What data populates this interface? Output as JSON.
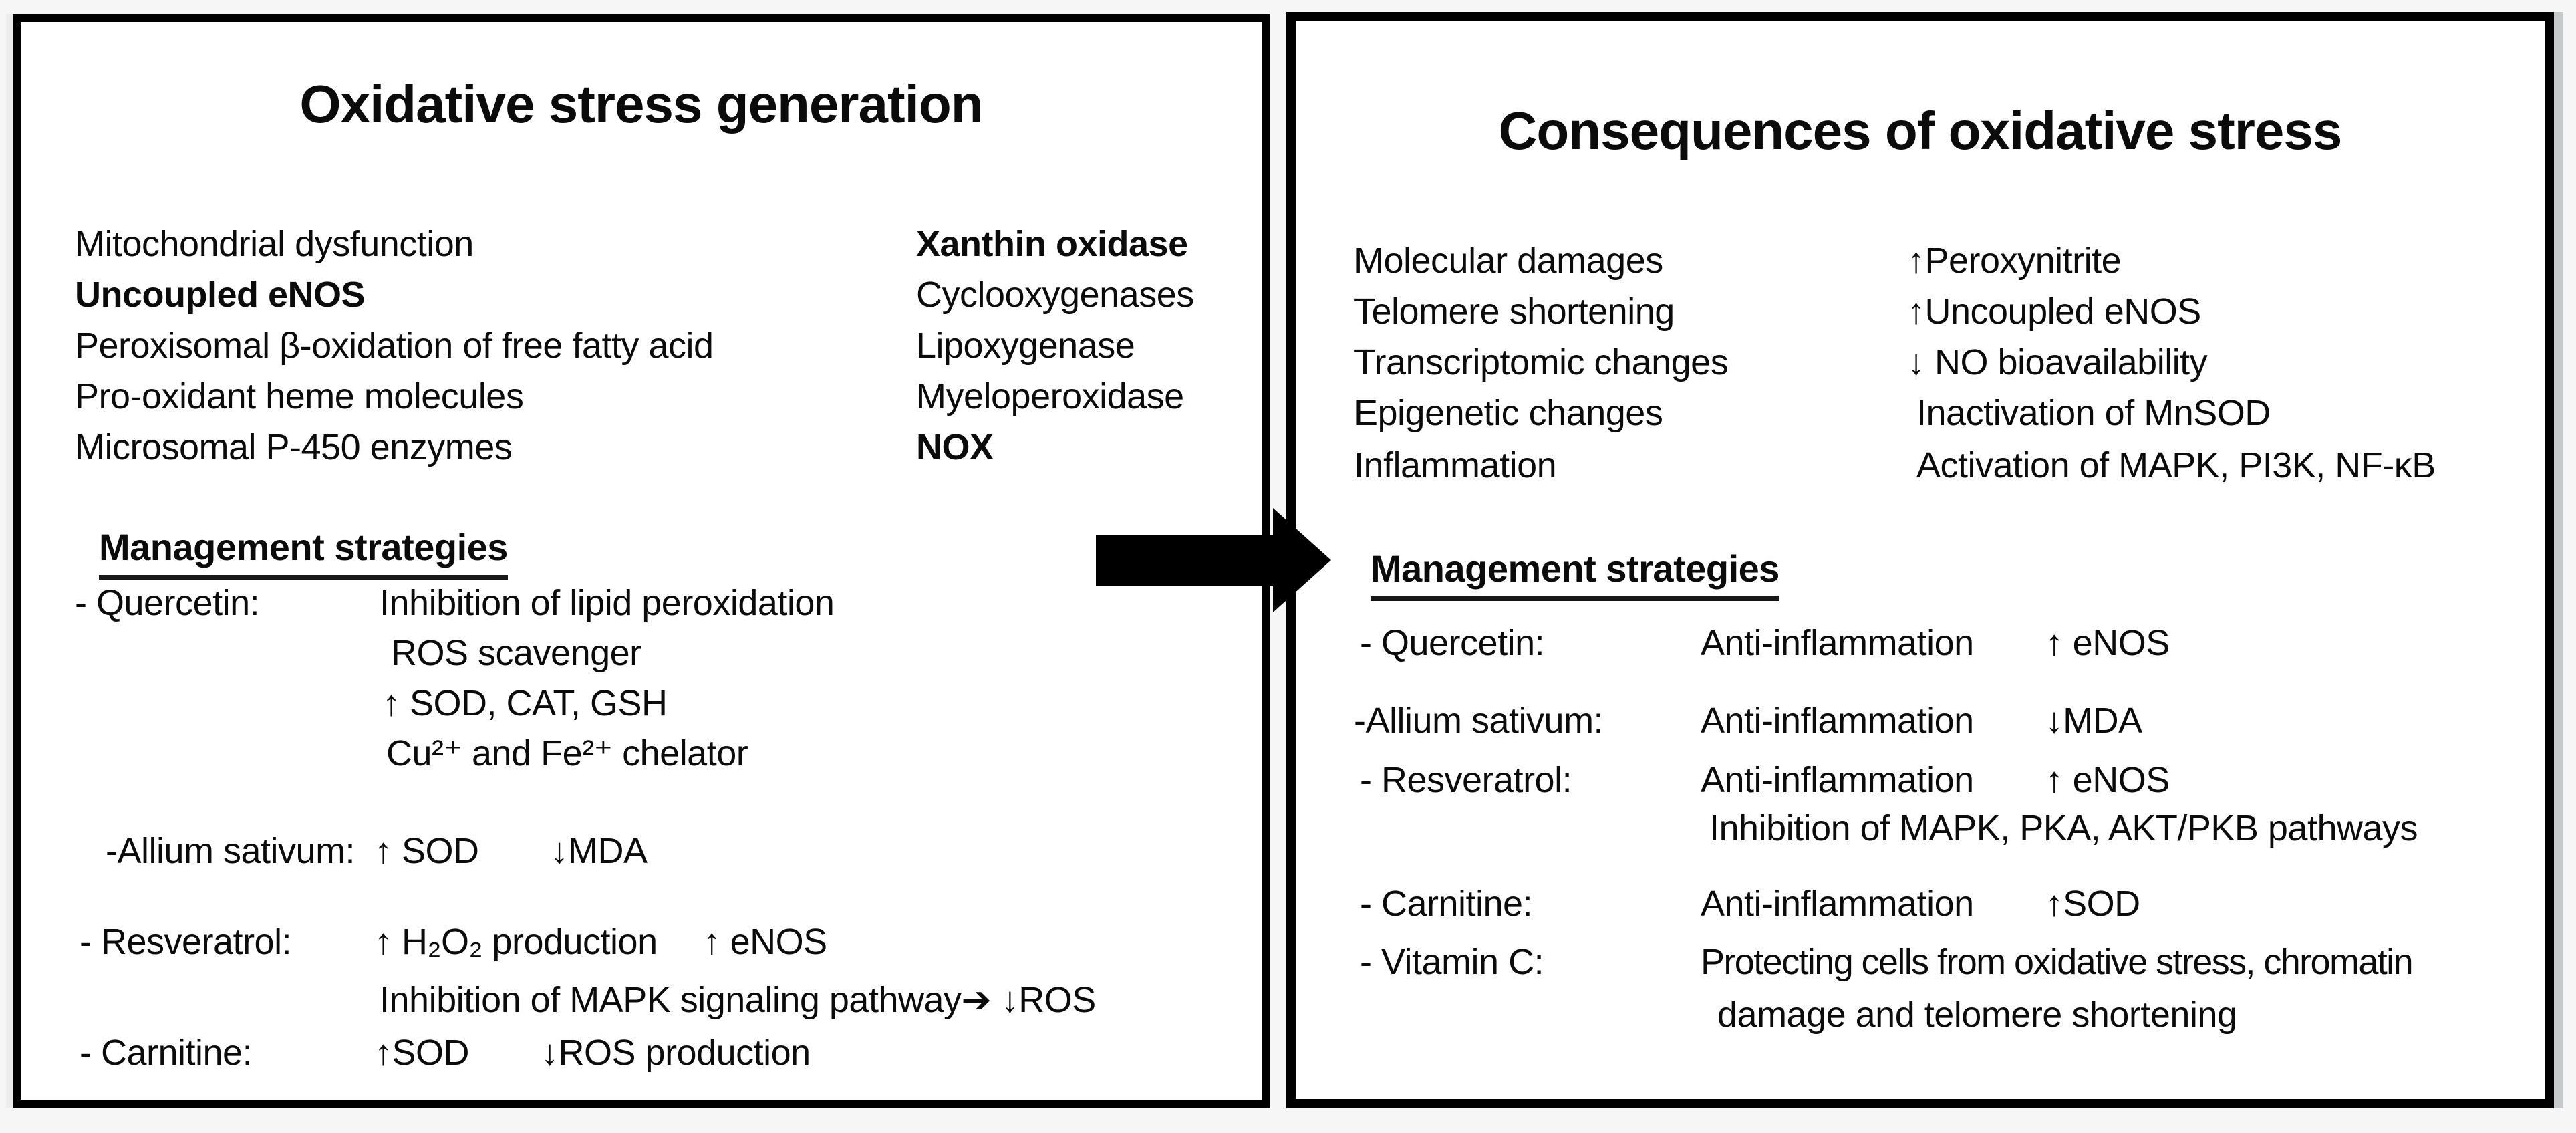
{
  "colors": {
    "page_background": "#f6f6f6",
    "panel_background": "#ffffff",
    "border": "#000000",
    "text": "#0b0b0b",
    "shadow": "#c7caca"
  },
  "icons": {
    "flow_arrow": "➡ black right-pointing block arrow between panels"
  },
  "left_panel": {
    "title": "Oxidative stress generation",
    "sources_col1": [
      "Mitochondrial dysfunction",
      "Uncoupled eNOS",
      "Peroxisomal β-oxidation of free fatty acid",
      "Pro-oxidant heme molecules",
      "Microsomal P-450 enzymes"
    ],
    "sources_col2": [
      "Xanthin oxidase",
      "Cyclooxygenases",
      "Lipoxygenase",
      "Myeloperoxidase",
      "NOX"
    ],
    "management": {
      "heading": "Management strategies",
      "quercetin_label": "- Quercetin:",
      "quercetin_line1": "Inhibition of lipid peroxidation",
      "quercetin_line2": "ROS scavenger",
      "quercetin_line3": "↑ SOD, CAT, GSH",
      "quercetin_line4": "Cu²⁺ and Fe²⁺ chelator",
      "allium_label": "-Allium sativum:",
      "allium_value": "↑ SOD  ↓MDA",
      "resveratrol_label": "- Resveratrol:",
      "resveratrol_value": "↑ H₂O₂ production  ↑ eNOS",
      "resveratrol_value2": "Inhibition of MAPK signaling pathway➔ ↓ROS",
      "carnitine_label": "- Carnitine:",
      "carnitine_value": "↑SOD  ↓ROS production"
    }
  },
  "right_panel": {
    "title": "Consequences of oxidative stress",
    "consequences_col1": [
      "Molecular damages",
      "Telomere shortening",
      "Transcriptomic changes",
      "Epigenetic changes",
      "Inflammation"
    ],
    "consequences_col2": [
      "↑Peroxynitrite",
      "↑Uncoupled eNOS",
      "↓ NO bioavailability",
      "Inactivation of MnSOD",
      "Activation of MAPK, PI3K, NF-κB"
    ],
    "management": {
      "heading": "Management strategies",
      "quercetin_label": "- Quercetin:",
      "quercetin_value": "Anti-inflammation  ↑ eNOS",
      "allium_label": "-Allium sativum:",
      "allium_value": "Anti-inflammation  ↓MDA",
      "resveratrol_label": "- Resveratrol:",
      "resveratrol_value": "Anti-inflammation  ↑ eNOS",
      "resveratrol_value2": "Inhibition of MAPK, PKA, AKT/PKB pathways",
      "carnitine_label": "- Carnitine:",
      "carnitine_value": "Anti-inflammation  ↑SOD",
      "vitaminc_label": "- Vitamin C:",
      "vitaminc_value": "Protecting cells from oxidative stress, chromatin",
      "vitaminc_value2": "damage and telomere shortening"
    }
  }
}
